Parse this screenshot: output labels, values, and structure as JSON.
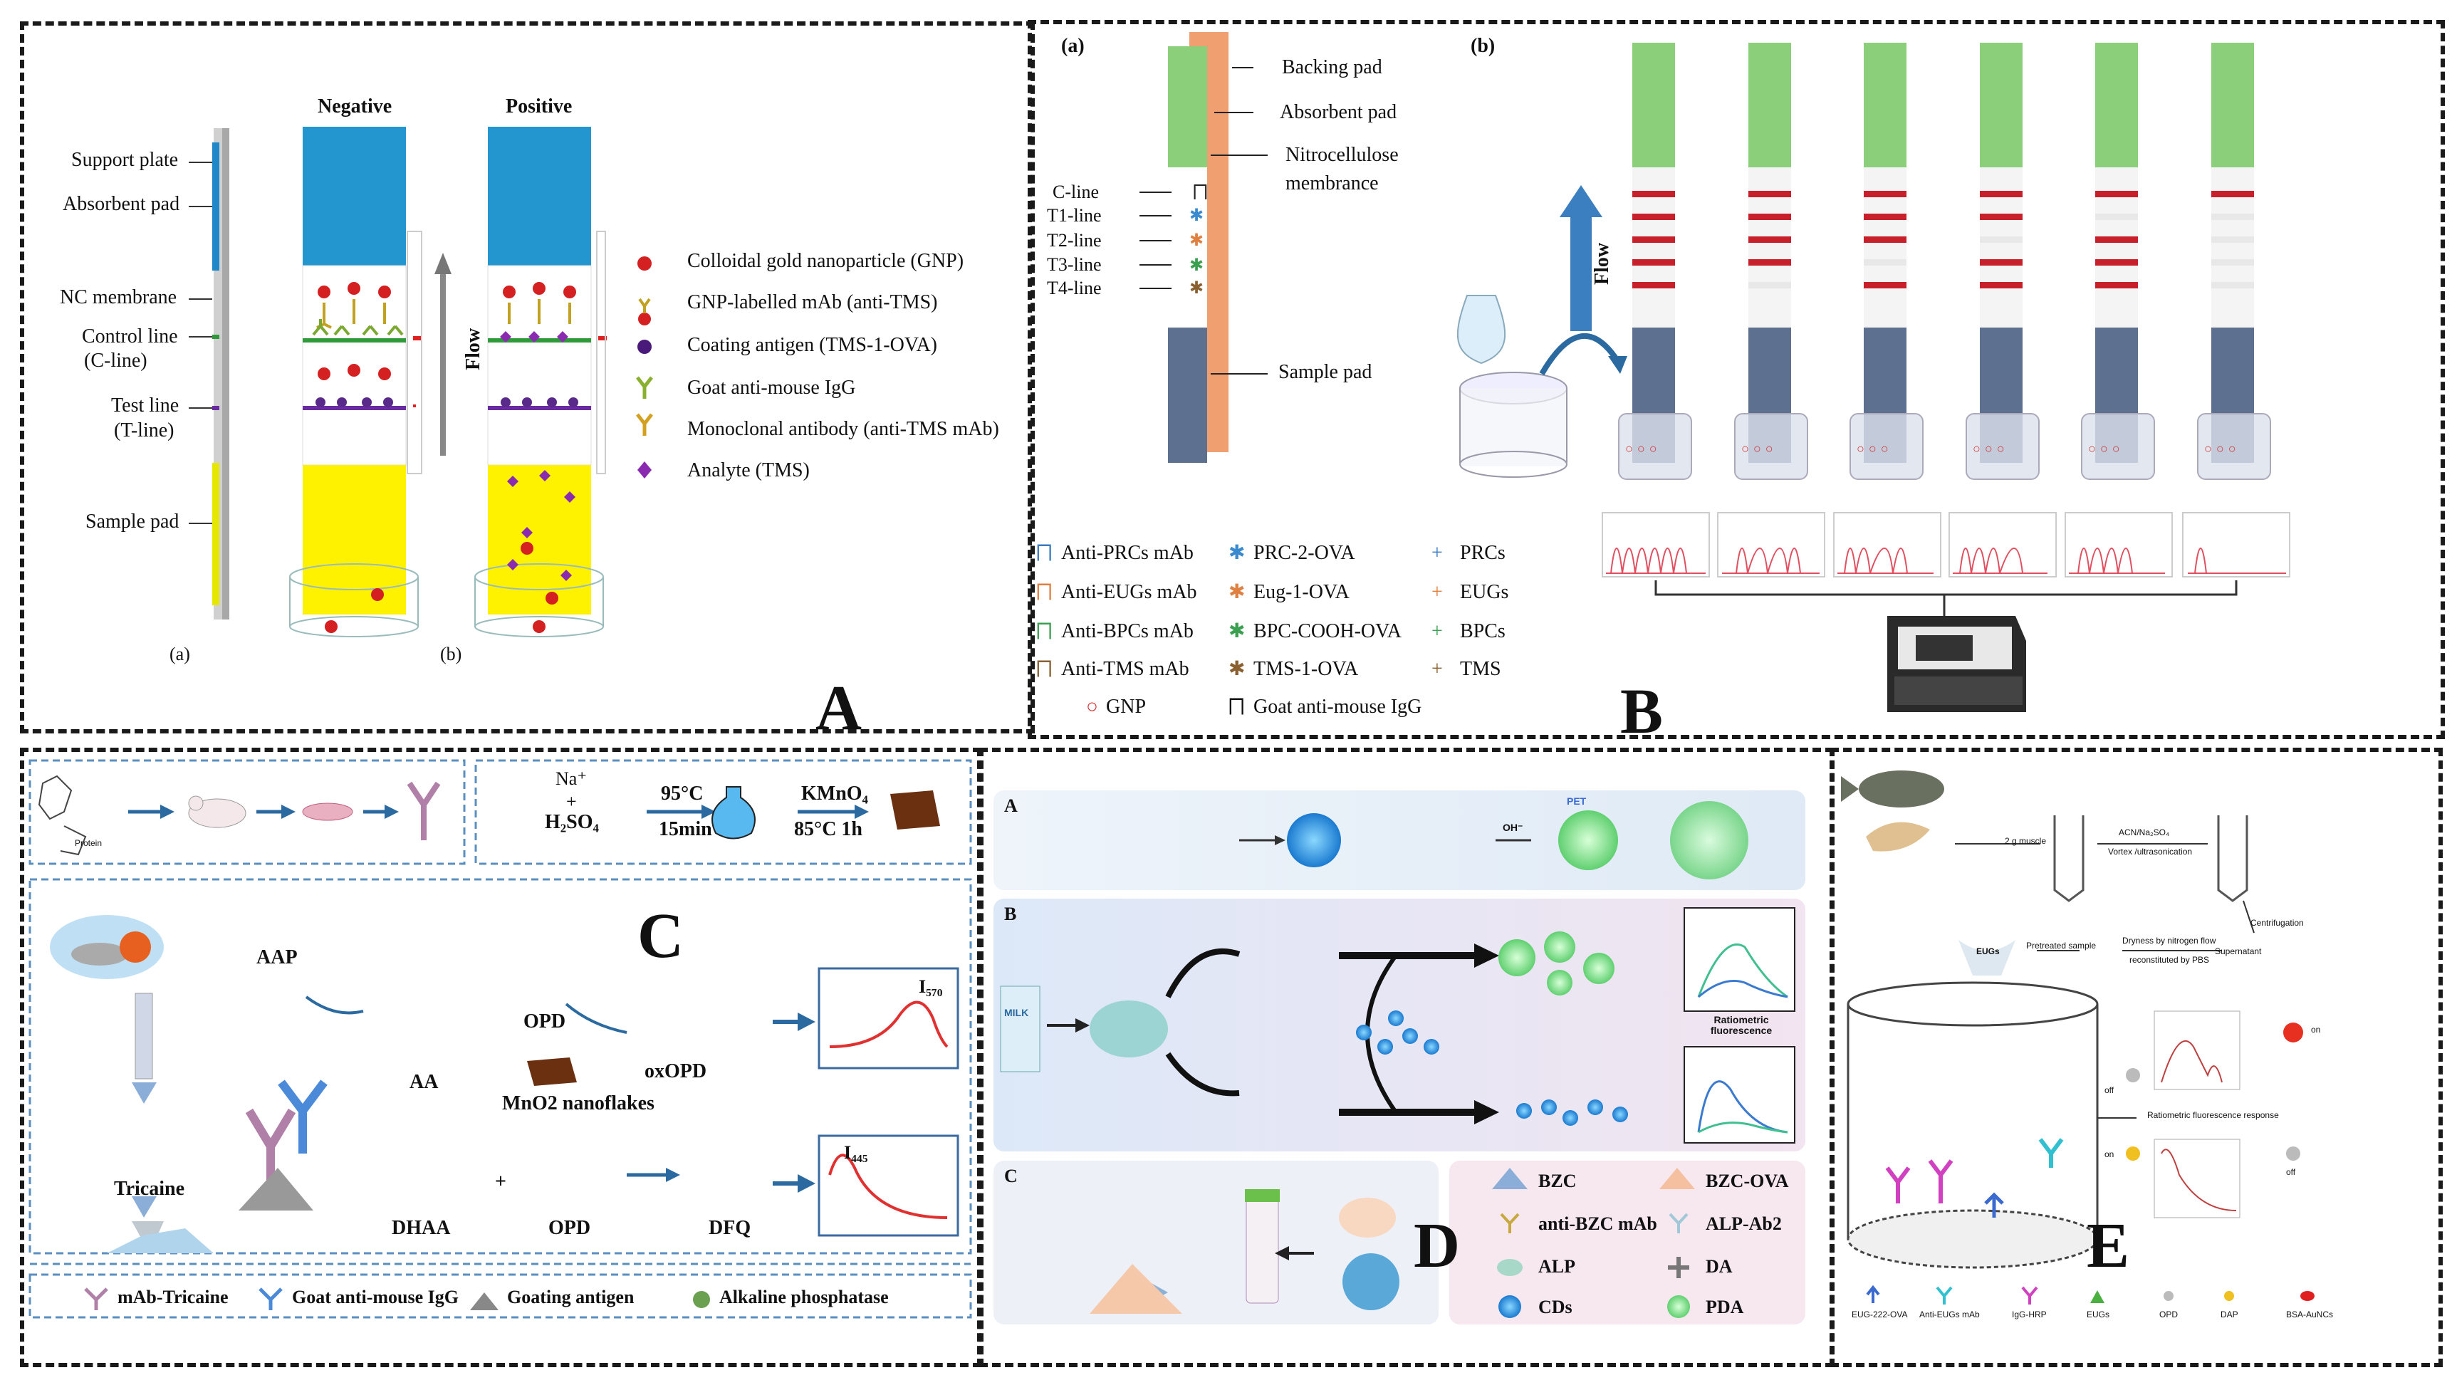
{
  "panelA": {
    "letter": "A",
    "heading_negative": "Negative",
    "heading_positive": "Positive",
    "strip_labels": [
      "Support plate",
      "Absorbent pad",
      "NC membrane",
      "Control line",
      "(C-line)",
      "Test line",
      "(T-line)",
      "Sample pad"
    ],
    "flow_label": "Flow",
    "sub_a": "(a)",
    "sub_b": "(b)",
    "legend": [
      {
        "icon": "red-circle-icon",
        "label": "Colloidal gold nanoparticle (GNP)"
      },
      {
        "icon": "gnp-mab-icon",
        "label": "GNP-labelled mAb (anti-TMS)"
      },
      {
        "icon": "purple-circle-icon",
        "label": "Coating antigen (TMS-1-OVA)"
      },
      {
        "icon": "y-antibody-icon",
        "label": "Goat anti-mouse IgG"
      },
      {
        "icon": "monoclonal-antibody-icon",
        "label": "Monoclonal antibody (anti-TMS mAb)"
      },
      {
        "icon": "purple-diamond-icon",
        "label": "Analyte (TMS)"
      }
    ]
  },
  "panelB": {
    "letter": "B",
    "sub_a": "(a)",
    "sub_b": "(b)",
    "strip_labels": [
      "Backing pad",
      "Absorbent pad",
      "Nitrocellulose",
      "membrance",
      "Sample pad"
    ],
    "line_labels": [
      "C-line",
      "T1-line",
      "T2-line",
      "T3-line",
      "T4-line"
    ],
    "flow_label": "Flow",
    "legend_col1": [
      "Anti-PRCs mAb",
      "Anti-EUGs mAb",
      "Anti-BPCs mAb",
      "Anti-TMS mAb",
      "GNP"
    ],
    "legend_col2": [
      "PRC-2-OVA",
      "Eug-1-OVA",
      "BPC-COOH-OVA",
      "TMS-1-OVA",
      "Goat anti-mouse IgG"
    ],
    "legend_col3": [
      "PRCs",
      "EUGs",
      "BPCs",
      "TMS"
    ]
  },
  "panelC": {
    "letter": "C",
    "reaction": {
      "acid": "H₂SO₄",
      "cond1a": "95°C",
      "cond1b": "15min",
      "cond2a": "KMnO₄",
      "cond2b": "85°C 1h",
      "na": "Na⁺"
    },
    "labels": {
      "aap": "AAP",
      "aa": "AA",
      "opd1": "OPD",
      "oxopd": "oxOPD",
      "mno2": "MnO2 nanoflakes",
      "tricaine": "Tricaine",
      "dhaa": "DHAA",
      "opd2": "OPD",
      "dfq": "DFQ",
      "i570": "I₅₇₀",
      "i445": "I₄₄₅",
      "protein": "Protein"
    },
    "legend": [
      "mAb-Tricaine",
      "Goat anti-mouse IgG",
      "Goating antigen",
      "Alkaline phosphatase"
    ]
  },
  "panelD": {
    "letter": "D",
    "row_labels": [
      "A",
      "B",
      "C"
    ],
    "pet": "PET",
    "oh": "OH⁻",
    "milk": "MILK",
    "ratiometric": "Ratiometric fluorescence",
    "legend": [
      "BZC",
      "BZC-OVA",
      "anti-BZC mAb",
      "ALP-Ab2",
      "ALP",
      "DA",
      "CDs",
      "PDA"
    ]
  },
  "panelE": {
    "letter": "E",
    "steps": [
      "2 g muscle",
      "ACN/Na₂SO₄",
      "Vortex /ultrasonication",
      "Centrifugation",
      "Dryness by nitrogen flow",
      "reconstituted by PBS",
      "Supernatant",
      "Pretreated sample",
      "EUGs"
    ],
    "response": "Ratiometric fluorescence response",
    "on": "on",
    "off": "off",
    "legend": [
      "EUG-222-OVA",
      "Anti-EUGs mAb",
      "IgG-HRP",
      "EUGs",
      "OPD",
      "DAP",
      "BSA-AuNCs"
    ]
  }
}
